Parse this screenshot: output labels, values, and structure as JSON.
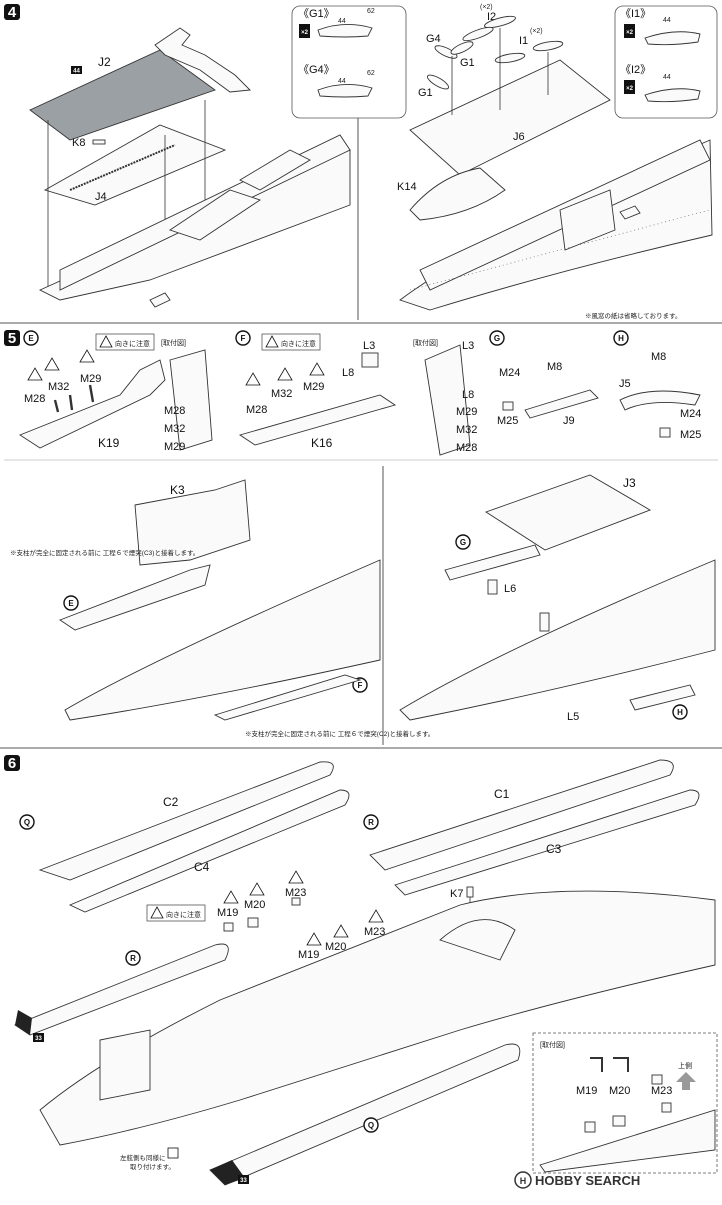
{
  "steps": {
    "step4": {
      "number": "4",
      "labels": {
        "j2": "J2",
        "k8": "K8",
        "j4": "J4",
        "k14": "K14",
        "j6": "J6",
        "g4": "G4",
        "g1a": "G1",
        "g1b": "G1",
        "i2": "I2",
        "i1": "I1",
        "x2a": "(×2)",
        "x2b": "(×2)"
      },
      "callouts": {
        "g1": "《G1》",
        "g4": "《G4》",
        "i1": "《I1》",
        "i2": "《I2》",
        "multiplier": "×2",
        "part44": "44",
        "part62": "62"
      },
      "note": "※風窓の紙は省略しております。",
      "part_badge": "44"
    },
    "step5": {
      "number": "5",
      "sub_e": "E",
      "sub_f": "F",
      "sub_g": "G",
      "sub_h": "H",
      "caution": "向きに注意",
      "attach_diagram": "[取付図]",
      "e_labels": {
        "m28": "M28",
        "m32": "M32",
        "m29": "M29",
        "k19": "K19"
      },
      "e_attach": {
        "m28": "M28",
        "m32": "M32",
        "m29": "M29"
      },
      "f_labels": {
        "m28": "M28",
        "m32": "M32",
        "m29": "M29",
        "k16": "K16",
        "l8": "L8",
        "l3": "L3"
      },
      "f_attach": {
        "l3": "L3",
        "l8": "L8",
        "m29": "M29",
        "m32": "M32",
        "m28": "M28"
      },
      "g_labels": {
        "m24": "M24",
        "m8": "M8",
        "m25": "M25",
        "j9": "J9"
      },
      "h_labels": {
        "m8": "M8",
        "j5": "J5",
        "m24": "M24",
        "m25": "M25"
      },
      "k3": "K3",
      "j3": "J3",
      "l6": "L6",
      "l5": "L5",
      "note_c3": "※支柱が完全に固定される前に 工程６で煙突(C3)と接着します。",
      "note_c2": "※支柱が完全に固定される前に 工程６で煙突(C2)と接着します。"
    },
    "step6": {
      "number": "6",
      "labels": {
        "c2": "C2",
        "c4": "C4",
        "c1": "C1",
        "c3": "C3",
        "k7": "K7",
        "m19a": "M19",
        "m20a": "M20",
        "m23a": "M23",
        "m19b": "M19",
        "m20b": "M20",
        "m23b": "M23"
      },
      "tags": {
        "q1": "Q",
        "q2": "Q",
        "r1": "R",
        "r2": "R"
      },
      "caution": "向きに注意",
      "attach_diagram": "[取付図]",
      "attach_labels": {
        "m19": "M19",
        "m20": "M20",
        "m23": "M23",
        "up": "上側"
      },
      "part33": "33",
      "port_note": "左舷側も同様に 取り付けます。"
    }
  },
  "watermark": "HOBBY SEARCH"
}
